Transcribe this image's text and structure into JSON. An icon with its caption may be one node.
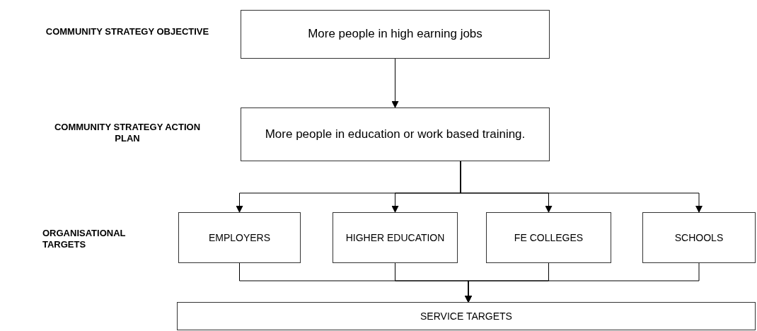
{
  "diagram": {
    "nodes": [
      {
        "text": [
          "More people in high earning jobs"
        ]
      },
      {
        "text": [
          "More people in education or work based training."
        ]
      },
      {
        "text": [
          "EMPLOYERS"
        ]
      },
      {
        "text": [
          "HIGHER EDUCATION"
        ]
      },
      {
        "text": [
          "FE COLLEGES"
        ]
      },
      {
        "text": [
          "SCHOOLS"
        ]
      },
      {
        "text": [
          "SERVICE TARGETS"
        ]
      }
    ],
    "edges": [
      {
        "from": 0,
        "to": 1,
        "arrow": "to"
      },
      {
        "from": 1,
        "to": 2,
        "arrow": "to"
      },
      {
        "from": 1,
        "to": 3,
        "arrow": "to"
      },
      {
        "from": 1,
        "to": 4,
        "arrow": "to"
      },
      {
        "from": 1,
        "to": 5,
        "arrow": "to"
      },
      {
        "from": 2,
        "to": 6,
        "arrow": "to"
      },
      {
        "from": 3,
        "to": 6,
        "arrow": "to"
      },
      {
        "from": 4,
        "to": 6,
        "arrow": "to"
      },
      {
        "from": 5,
        "to": 6,
        "arrow": "to"
      }
    ],
    "labels": [
      "COMMUNITY STRATEGY OBJECTIVE",
      "COMMUNITY STRATEGY ACTION PLAN",
      "ORGANISATIONAL TARGETS"
    ]
  }
}
